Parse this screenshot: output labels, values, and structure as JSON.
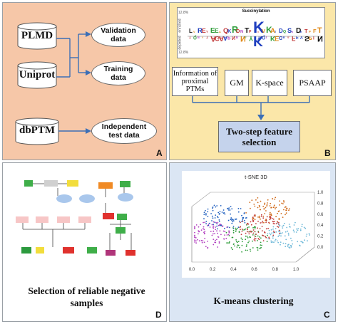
{
  "panel_a": {
    "label": "A",
    "sources": [
      "PLMD",
      "Uniprot",
      "dbPTM"
    ],
    "outputs": {
      "validation": "Validation data",
      "training": "Training data",
      "independent": "Independent test data"
    },
    "color": "#f6c7a8"
  },
  "panel_b": {
    "label": "B",
    "logo_title": "Succinylation",
    "logo_side_top": "enriched",
    "logo_side_bottom": "depleted",
    "logo_pct_top": "12.8%",
    "logo_pct_bottom": "12.8%",
    "features": [
      "Information of proximal PTMs",
      "GM",
      "K-space",
      "PSAAP"
    ],
    "selection": "Two-step feature selection",
    "color": "#fbe7a9",
    "selection_color": "#c5d3ec"
  },
  "panel_d": {
    "label": "D",
    "caption": "Selection of reliable negative samples",
    "color": "#ffffff"
  },
  "panel_c": {
    "label": "C",
    "plot_title": "t-SNE 3D",
    "caption": "K-means clustering",
    "x_ticks": [
      "0.0",
      "0.2",
      "0.4",
      "0.6",
      "0.8",
      "1.0"
    ],
    "z_ticks": [
      "0.0",
      "0.2",
      "0.4",
      "0.6",
      "0.8",
      "1.0"
    ],
    "cluster_colors": [
      "#1f5fbf",
      "#d06a1a",
      "#2e9d3a",
      "#b23fc0",
      "#6db8d8",
      "#c23a3a"
    ],
    "color": "#dbe6f4"
  }
}
